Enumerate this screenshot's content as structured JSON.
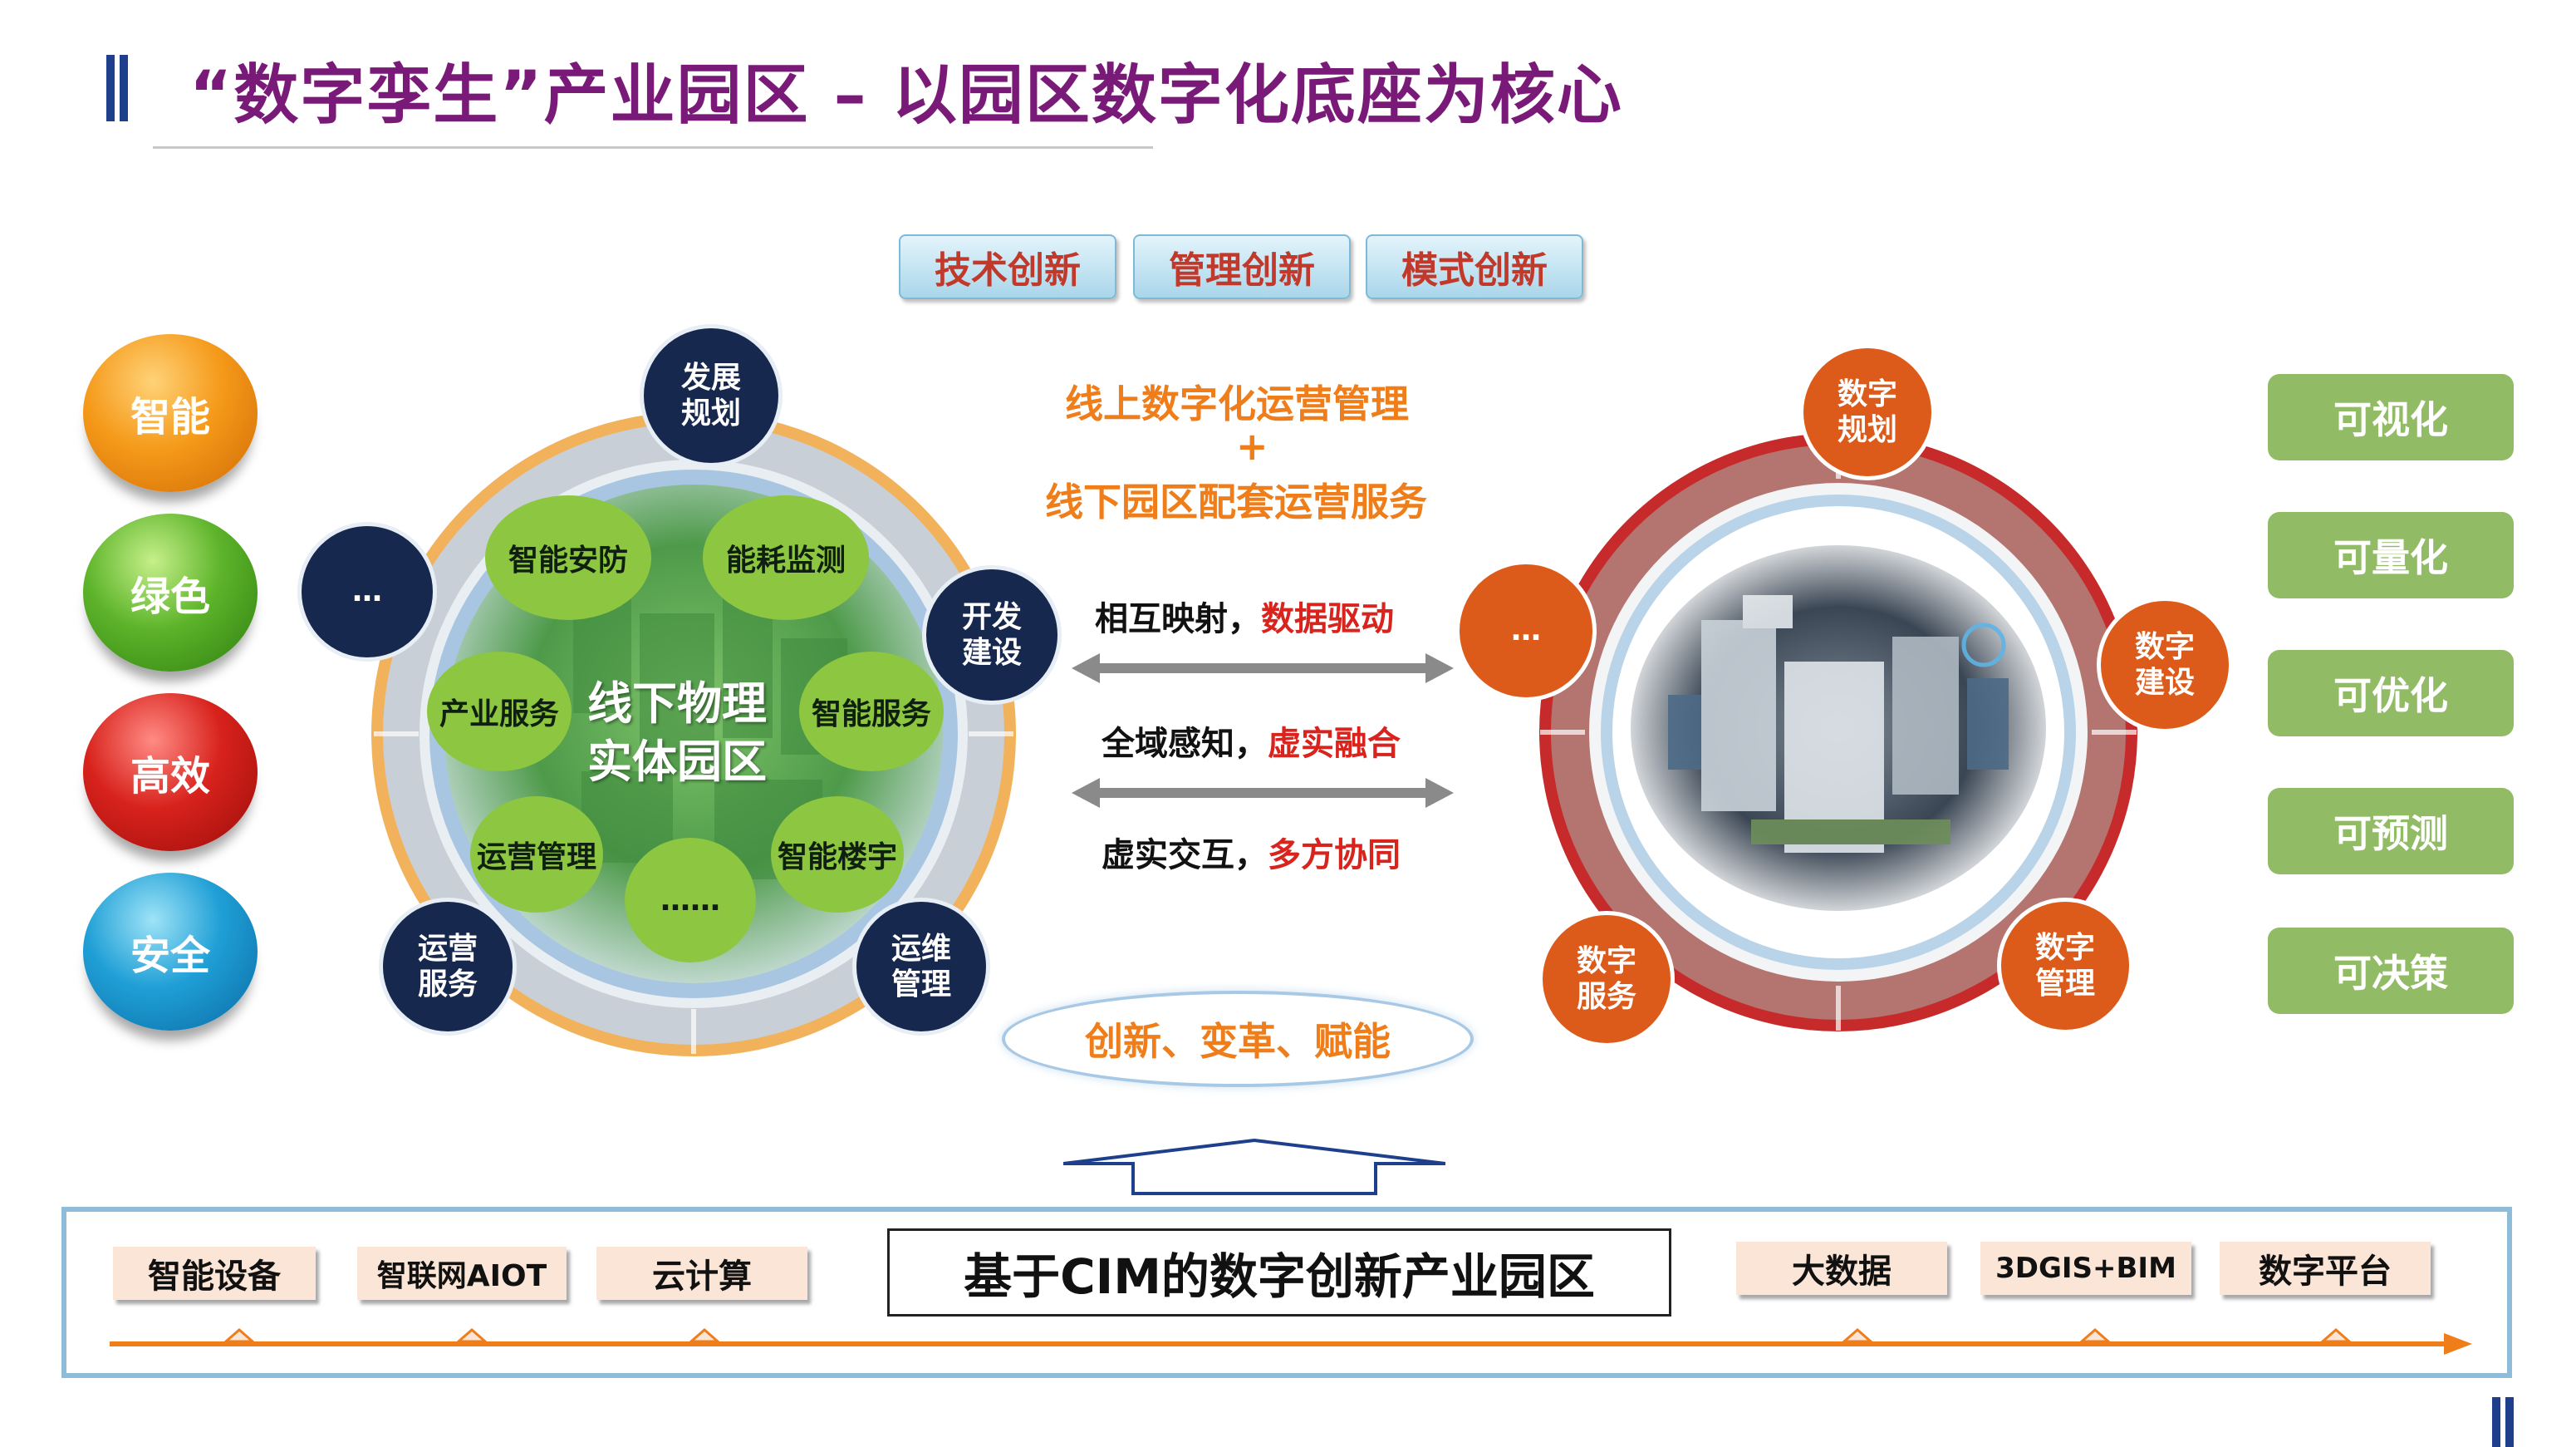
{
  "title": "“数字孪生”产业园区 – 以园区数字化底座为核心",
  "innovations": [
    "技术创新",
    "管理创新",
    "模式创新"
  ],
  "spheres": [
    "智能",
    "绿色",
    "高效",
    "安全"
  ],
  "left_outer_nodes": {
    "top": "发展规划",
    "left": "…",
    "right": "开发建设",
    "bottom_left": "运营服务",
    "bottom_right": "运维管理"
  },
  "left_inner_nodes": {
    "top_left": "智能安防",
    "top_right": "能耗监测",
    "left": "产业服务",
    "right": "智能服务",
    "bottom_left": "运营管理",
    "bottom": "……",
    "bottom_right": "智能楼宇"
  },
  "left_center": {
    "line1": "线下物理",
    "line2": "实体园区"
  },
  "middle": {
    "line1": "线上数字化运营管理",
    "plus": "+",
    "line2": "线下园区配套运营服务",
    "row1": {
      "a": "相互映射，",
      "b": "数据驱动"
    },
    "row2": {
      "a": "全域感知，",
      "b": "虚实融合"
    },
    "row3": {
      "a": "虚实交互，",
      "b": "多方协同"
    },
    "ellipse": "创新、变革、赋能"
  },
  "right_nodes": {
    "top": "数字规划",
    "left": "…",
    "right": "数字建设",
    "bottom_left": "数字服务",
    "bottom_right": "数字管理"
  },
  "right_labels": [
    "可视化",
    "可量化",
    "可优化",
    "可预测",
    "可决策"
  ],
  "bottom": {
    "left_items": [
      "智能设备",
      "智联网AIOT",
      "云计算"
    ],
    "center": "基于CIM的数字创新产业园区",
    "right_items": [
      "大数据",
      "3DGIS+BIM",
      "数字平台"
    ]
  },
  "colors": {
    "title": "#7a1a78",
    "navy": "#17284e",
    "green_node": "#8dc640",
    "orange_node": "#dd5b1a",
    "accent_red": "#d9231d",
    "accent_orange": "#ef7d1a"
  }
}
